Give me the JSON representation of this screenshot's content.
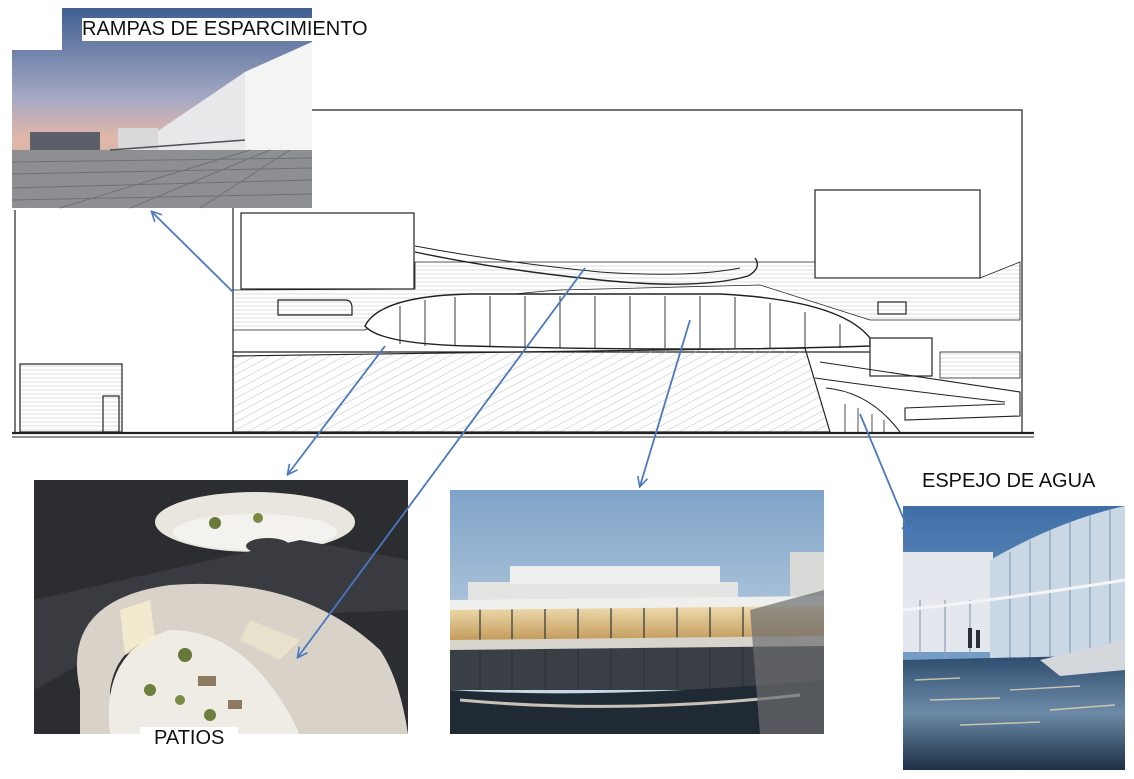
{
  "labels": {
    "rampas": "RAMPAS DE ESPARCIMIENTO",
    "patios": "PATIOS",
    "espejo": "ESPEJO DE AGUA"
  },
  "photos": {
    "rampas": "Photo: sloped stone ramps with white building at dusk",
    "patios": "Photo: aerial view of curved white patios with trees",
    "courtyard": "Photo: curved glass facade around courtyard",
    "espejo": "Photo: curved glass building reflected in water pool"
  },
  "colors": {
    "arrow": "#4a78c2",
    "line": "#222222",
    "hatch": "#9a9a9a"
  },
  "icons": {
    "arrowhead": "arrowhead-icon"
  }
}
